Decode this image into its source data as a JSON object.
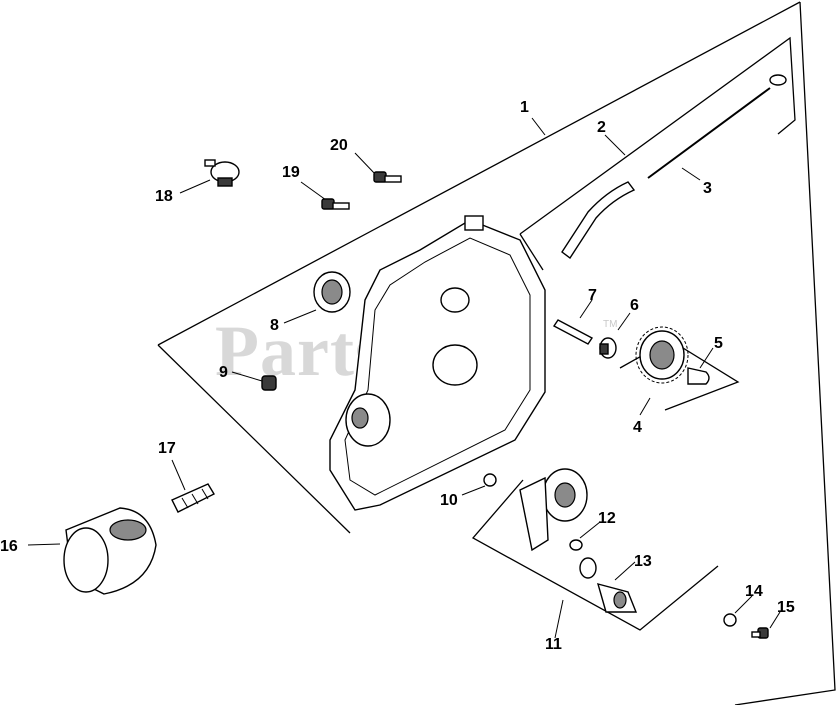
{
  "watermark": {
    "text": "PartsTree",
    "tm": "TM"
  },
  "callouts": {
    "c1": "1",
    "c2": "2",
    "c3": "3",
    "c4": "4",
    "c5": "5",
    "c6": "6",
    "c7": "7",
    "c8": "8",
    "c9": "9",
    "c10": "10",
    "c11": "11",
    "c12": "12",
    "c13": "13",
    "c14": "14",
    "c15": "15",
    "c16": "16",
    "c17": "17",
    "c18": "18",
    "c19": "19",
    "c20": "20"
  },
  "colors": {
    "background": "#ffffff",
    "ink": "#000000",
    "watermark": "#d8d8d8"
  }
}
